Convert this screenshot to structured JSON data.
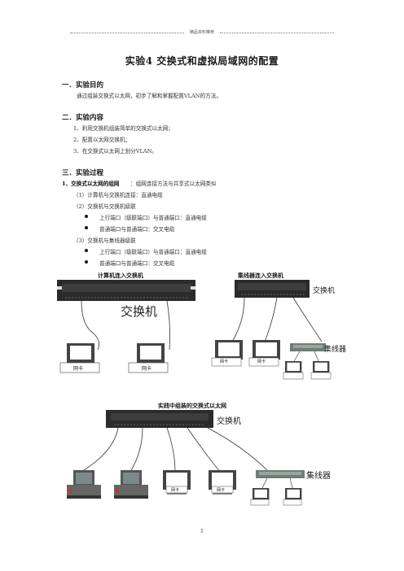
{
  "header": {
    "text": "精品资料推荐"
  },
  "title": "实验4 交换式和虚拟局域网的配置",
  "sections": {
    "s1": {
      "heading": "一．实验目的",
      "text": "通过组装交换式以太网，初步了解和掌握配置VLAN的方法。"
    },
    "s2": {
      "heading": "二．实验内容",
      "items": [
        "1、利用交换机组装简单的交换式以太网；",
        "2、配置以太网交换机；",
        "3、在交换式以太网上划分VLAN。"
      ]
    },
    "s3": {
      "heading": "三．实验过程",
      "sub_heading": "1、交换式以太网的组网",
      "sub_note": "：组网连接方法与共享式以太网类似",
      "lines": [
        "（1）计算机与交换机连接：直通电缆",
        "（2）交换机与交换机级联",
        "上行端口（级联端口）与普通端口：直通电缆",
        "普通端口与普通端口：交叉电缆",
        "（3）交换机与集线器级联",
        "上行端口（级联端口）与普通端口：直通电缆",
        "普通端口与普通端口：交叉电缆"
      ]
    }
  },
  "figures": {
    "fig1": {
      "caption": "计算机连入交换机",
      "switch_label": "交换机",
      "nic_label": "网卡"
    },
    "fig2": {
      "caption": "集线器连入交换机",
      "switch_label": "交换机",
      "hub_label": "集线器",
      "nic_label": "网卡"
    },
    "fig3": {
      "caption": "实践中组装的交换式以太网",
      "switch_label": "交换机",
      "hub_label": "集线器",
      "nic_label": "网卡"
    }
  },
  "footer": {
    "page_number": "1"
  },
  "colors": {
    "switch_body": "#2b2b2b",
    "hub_body": "#6f7d77",
    "pc_screen": "#ffffff",
    "server_red": "#c0392b"
  }
}
